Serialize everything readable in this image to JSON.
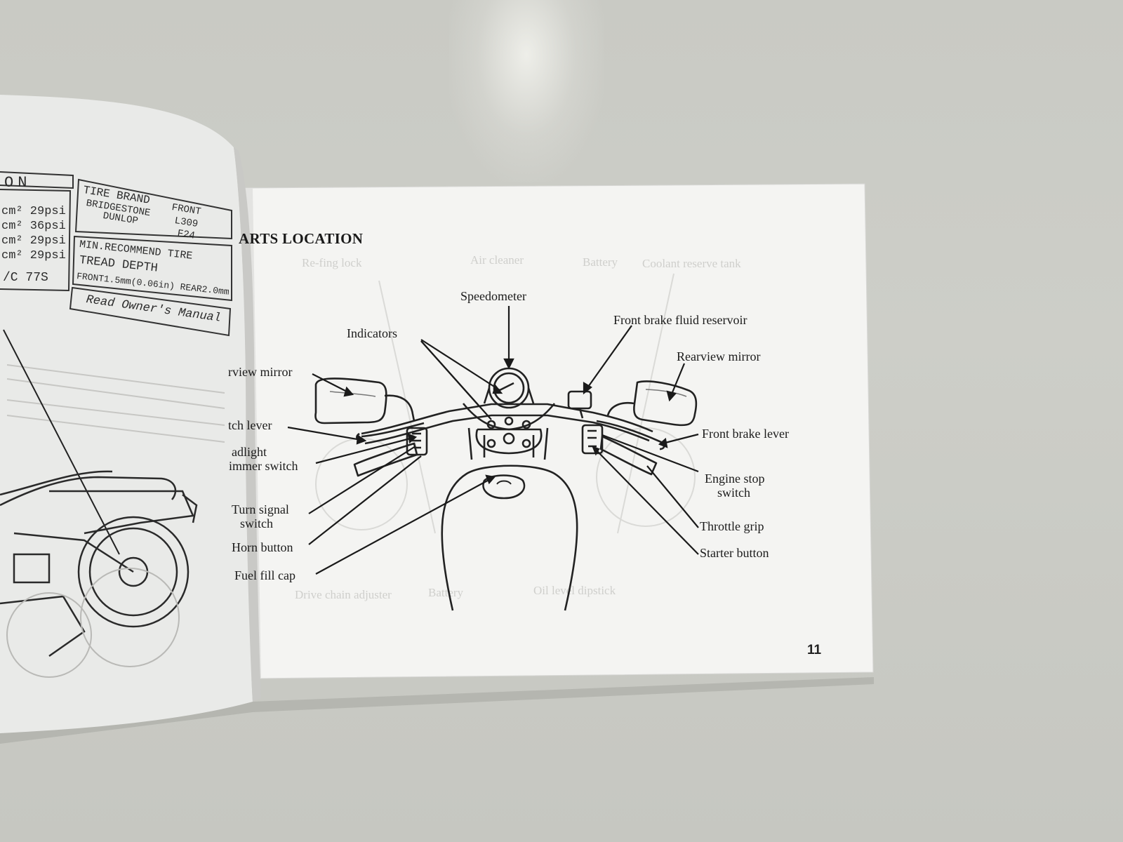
{
  "page": {
    "title": "ARTS LOCATION",
    "page_number": "11"
  },
  "left_page": {
    "section_fragment": "ON",
    "pressures": [
      "cm² 29psi",
      "cm² 36psi",
      "cm² 29psi",
      "cm² 29psi"
    ],
    "tire_size_fragment": "/C 77S",
    "tire_brand_heading": "TIRE BRAND",
    "brands": [
      "BRIDGESTONE",
      "DUNLOP"
    ],
    "front_heading": "FRONT",
    "front_codes": [
      "L309",
      "F24"
    ],
    "tread_heading_1": "MIN.RECOMMEND TIRE",
    "tread_heading_2": "TREAD DEPTH",
    "tread_values": "FRONT1.5mm(0.06in) REAR2.0mm",
    "manual_note": "Read Owner's Manual"
  },
  "labels": {
    "speedometer": "Speedometer",
    "indicators": "Indicators",
    "front_brake_fluid_reservoir": "Front brake fluid reservoir",
    "rearview_mirror_right": "Rearview mirror",
    "rearview_mirror_left": "rview mirror",
    "clutch_lever": "tch lever",
    "headlight_dimmer_line1": "adlight",
    "headlight_dimmer_line2": "immer switch",
    "turn_signal_line1": "Turn signal",
    "turn_signal_line2": "switch",
    "horn_button": "Horn button",
    "fuel_fill_cap": "Fuel fill cap",
    "front_brake_lever": "Front brake lever",
    "engine_stop_line1": "Engine stop",
    "engine_stop_line2": "switch",
    "throttle_grip": "Throttle grip",
    "starter_button": "Starter button"
  }
}
